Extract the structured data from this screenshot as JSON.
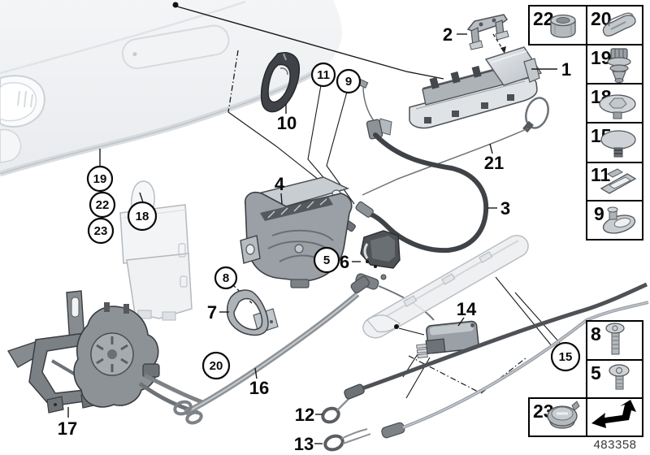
{
  "doc_number": "483358",
  "colors": {
    "background": "#ffffff",
    "line_art_dark": "#3c4043",
    "line_art_mid": "#9aa0a6",
    "panel_light": "#eef0f2",
    "callout_text": "#0a0a0a"
  },
  "callouts": {
    "plain": [
      {
        "num": "2",
        "part": "hinge-bracket"
      },
      {
        "num": "1",
        "part": "trunk-grip-unit"
      },
      {
        "num": "10",
        "part": "grip-gasket"
      },
      {
        "num": "4",
        "part": "trunk-lock"
      },
      {
        "num": "6",
        "part": "striker-buffer"
      },
      {
        "num": "7",
        "part": "pull-handle"
      },
      {
        "num": "21",
        "part": "emergency-release-cable"
      },
      {
        "num": "3",
        "part": "bowden-cable"
      },
      {
        "num": "17",
        "part": "mounting-bracket"
      },
      {
        "num": "16",
        "part": "wiring-harness"
      },
      {
        "num": "12",
        "part": "bowden-cable-left"
      },
      {
        "num": "13",
        "part": "bowden-cable-right"
      },
      {
        "num": "14",
        "part": "lock-actuator"
      }
    ],
    "circled": [
      {
        "num": "11"
      },
      {
        "num": "9"
      },
      {
        "num": "19"
      },
      {
        "num": "22"
      },
      {
        "num": "23"
      },
      {
        "num": "18"
      },
      {
        "num": "8"
      },
      {
        "num": "5"
      },
      {
        "num": "20"
      },
      {
        "num": "15"
      }
    ]
  },
  "legend": {
    "top_right": [
      {
        "num": "22",
        "part": "hex-nut"
      },
      {
        "num": "20",
        "part": "spring-clip"
      },
      {
        "num": "19",
        "part": "expansion-grommet"
      },
      {
        "num": "18",
        "part": "dome-head-rivet"
      },
      {
        "num": "15",
        "part": "mushroom-rivet"
      },
      {
        "num": "11",
        "part": "slotted-clip"
      },
      {
        "num": "9",
        "part": "oval-grommet-stud"
      }
    ],
    "bottom_right": [
      {
        "num": "8",
        "part": "torx-screw-long"
      },
      {
        "num": "5",
        "part": "torx-screw-short"
      },
      {
        "num": "23",
        "part": "bayonet-grommet"
      }
    ],
    "direction_symbol": "bent-arrow"
  }
}
